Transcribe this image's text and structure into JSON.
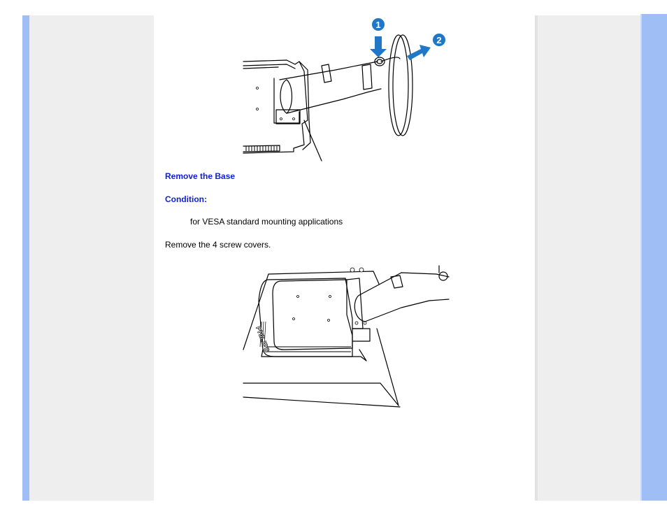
{
  "document": {
    "remove_base_heading": "Remove the Base",
    "condition_heading": "Condition:",
    "condition_text": "for VESA standard mounting applications",
    "instruction_text": "Remove the 4 screw covers."
  },
  "figures": {
    "step_badges": [
      "1",
      "2"
    ],
    "brand_mark": "PHILIPS"
  },
  "colors": {
    "side_stripe": "#9fbef5",
    "side_panel": "#eeeeee",
    "heading": "#0d1fdc",
    "arrow": "#1f77c7"
  }
}
